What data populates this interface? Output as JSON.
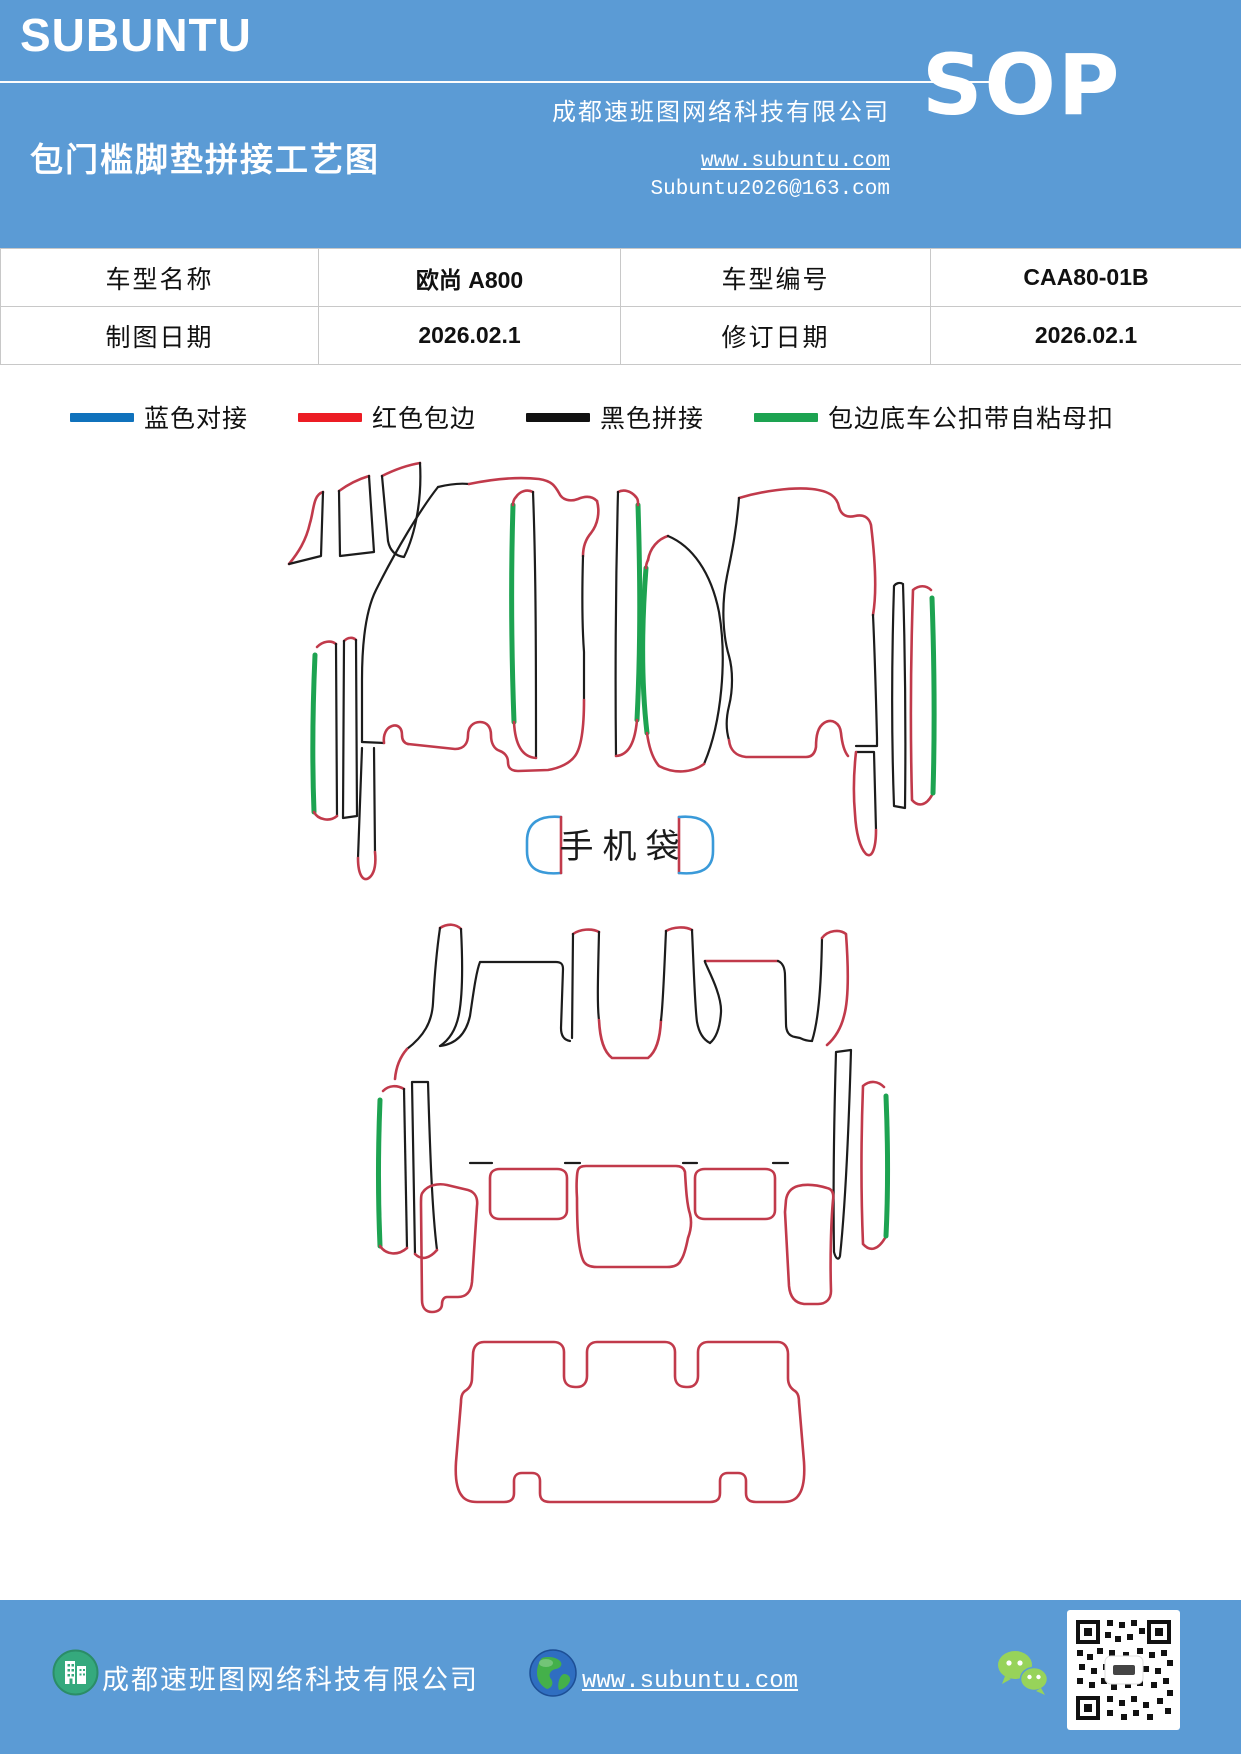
{
  "header": {
    "logo": "SUBUNTU",
    "title": "包门槛脚垫拼接工艺图",
    "company": "成都速班图网络科技有限公司",
    "website": "www.subuntu.com",
    "email": "Subuntu2026@163.com",
    "sop": "SOP",
    "band_color": "#5b9bd5"
  },
  "info_table": {
    "rows": [
      [
        "车型名称",
        "欧尚 A800",
        "车型编号",
        "CAA80-01B"
      ],
      [
        "制图日期",
        "2026.02.1",
        "修订日期",
        "2026.02.1"
      ]
    ]
  },
  "legend": {
    "items": [
      {
        "label": "蓝色对接",
        "color": "#1072bc"
      },
      {
        "label": "红色包边",
        "color": "#ec1c24"
      },
      {
        "label": "黑色拼接",
        "color": "#111111"
      },
      {
        "label": "包边底车公扣带自粘母扣",
        "color": "#1da351"
      }
    ]
  },
  "diagram": {
    "phone_bag_label": "手机袋",
    "stroke_colors": {
      "red": "#c13a4b",
      "black": "#1c1c1c",
      "green": "#1da351",
      "blue": "#3a9ad9"
    }
  },
  "footer": {
    "company": "成都速班图网络科技有限公司",
    "website": "www.subuntu.com"
  }
}
